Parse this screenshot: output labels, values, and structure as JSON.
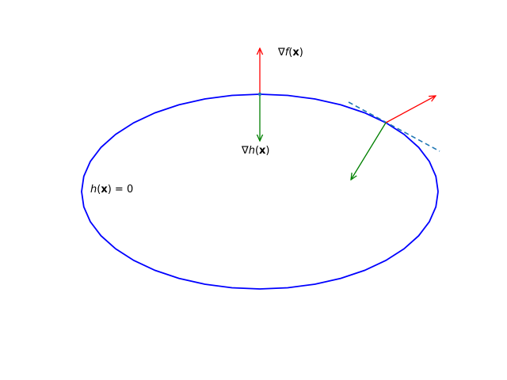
{
  "labels": {
    "grad_f": {
      "prefix": "∇",
      "func": "f",
      "open": "(",
      "var": "x",
      "close": ")"
    },
    "grad_h": {
      "prefix": "∇",
      "func": "h",
      "open": "(",
      "var": "x",
      "close": ")"
    },
    "constraint": {
      "func": "h",
      "open": "(",
      "var": "x",
      "close": ")",
      "rest": " = 0"
    }
  },
  "colors": {
    "ellipse": "#0000ff",
    "grad_f_arrow": "#ff0000",
    "grad_h_arrow": "#008000",
    "tangent_line": "#1f77b4",
    "point": "#1f77b4"
  }
}
